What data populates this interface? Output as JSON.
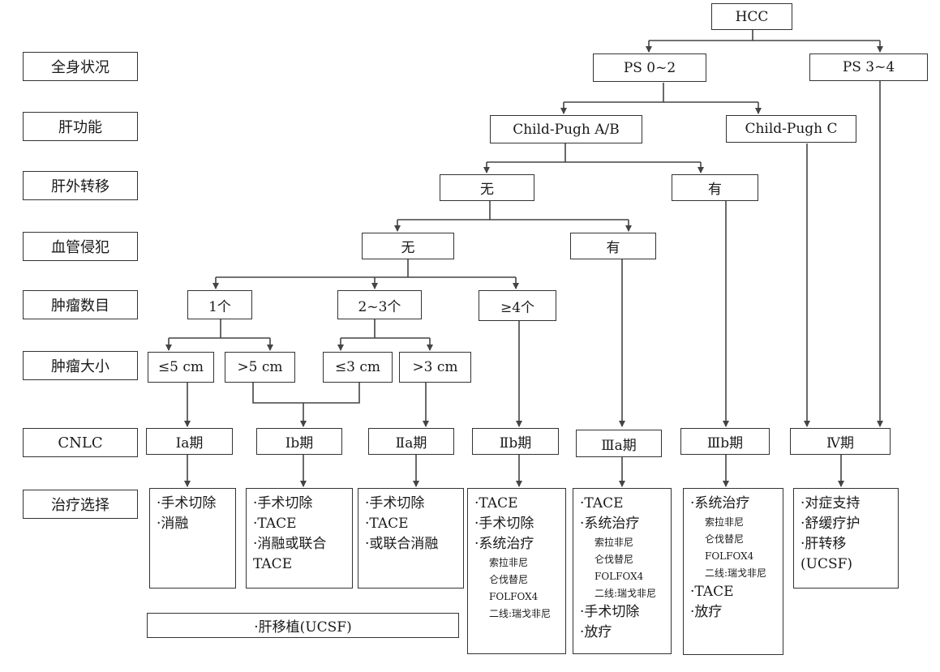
{
  "labels": {
    "ps": "全身状况",
    "liver": "肝功能",
    "extra": "肝外转移",
    "vasc": "血管侵犯",
    "count": "肿瘤数目",
    "size": "肿瘤大小",
    "cnlc": "CNLC",
    "treat": "治疗选择"
  },
  "nodes": {
    "hcc": "HCC",
    "ps02": "PS 0~2",
    "ps34": "PS 3~4",
    "cpab": "Child-Pugh A/B",
    "cpc": "Child-Pugh C",
    "ext_no": "无",
    "ext_yes": "有",
    "vas_no": "无",
    "vas_yes": "有",
    "n1": "1个",
    "n23": "2~3个",
    "n4": "≥4个",
    "s_le5": "≤5 cm",
    "s_gt5": ">5 cm",
    "s_le3": "≤3 cm",
    "s_gt3": ">3 cm",
    "st_ia": "Ⅰa期",
    "st_ib": "Ⅰb期",
    "st_iia": "Ⅱa期",
    "st_iib": "Ⅱb期",
    "st_iiia": "Ⅲa期",
    "st_iiib": "Ⅲb期",
    "st_iv": "Ⅳ期"
  },
  "treatments": {
    "ia": [
      {
        "t": "·手术切除"
      },
      {
        "t": "·消融"
      }
    ],
    "ib": [
      {
        "t": "·手术切除"
      },
      {
        "t": "·TACE"
      },
      {
        "t": "·消融或联合"
      },
      {
        "t": " TACE"
      }
    ],
    "iia": [
      {
        "t": "·手术切除"
      },
      {
        "t": "·TACE"
      },
      {
        "t": "·或联合消融"
      }
    ],
    "iib": [
      {
        "t": "·TACE"
      },
      {
        "t": "·手术切除"
      },
      {
        "t": "·系统治疗"
      },
      {
        "t": "索拉非尼",
        "sm": true
      },
      {
        "t": "仑伐替尼",
        "sm": true
      },
      {
        "t": "FOLFOX4",
        "sm": true
      },
      {
        "t": "二线:瑞戈非尼",
        "sm": true
      }
    ],
    "iiia": [
      {
        "t": "·TACE"
      },
      {
        "t": "·系统治疗"
      },
      {
        "t": "索拉非尼",
        "sm": true
      },
      {
        "t": "仑伐替尼",
        "sm": true
      },
      {
        "t": "FOLFOX4",
        "sm": true
      },
      {
        "t": "二线:瑞戈非尼",
        "sm": true
      },
      {
        "t": "·手术切除"
      },
      {
        "t": "·放疗"
      }
    ],
    "iiib": [
      {
        "t": "·系统治疗"
      },
      {
        "t": "索拉非尼",
        "sm": true
      },
      {
        "t": "仑伐替尼",
        "sm": true
      },
      {
        "t": "FOLFOX4",
        "sm": true
      },
      {
        "t": "二线:瑞戈非尼",
        "sm": true
      },
      {
        "t": "·TACE"
      },
      {
        "t": "·放疗"
      }
    ],
    "iv": [
      {
        "t": "·对症支持"
      },
      {
        "t": "·舒缓疗护"
      },
      {
        "t": "·肝转移"
      },
      {
        "t": " (UCSF)"
      }
    ]
  },
  "transplant": "·肝移植(UCSF)"
}
